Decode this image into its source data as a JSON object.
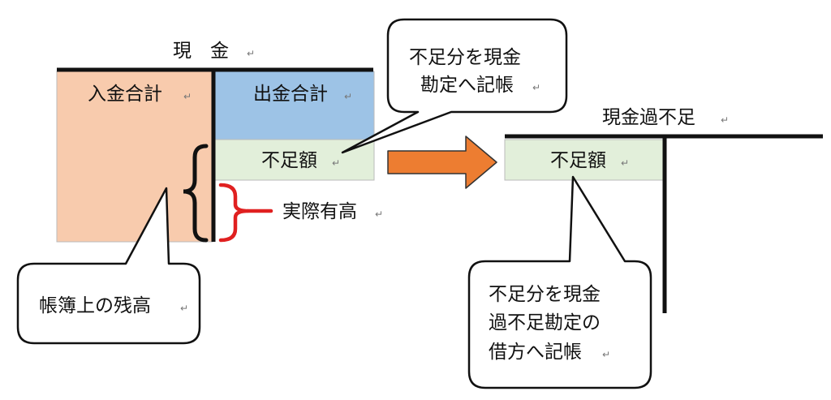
{
  "cash_account": {
    "title": "現　金",
    "debit_total": "入金合計",
    "credit_total": "出金合計",
    "shortage_amount": "不足額",
    "actual_balance": "実際有高"
  },
  "callouts": {
    "book_balance": "帳簿上の残高",
    "credit_to_cash": {
      "line1": "不足分を現金",
      "line2": "勘定へ記帳"
    },
    "debit_to_over_short": {
      "line1": "不足分を現金",
      "line2": "過不足勘定の",
      "line3": "借方へ記帳"
    }
  },
  "over_short_account": {
    "title": "現金過不足",
    "shortage_amount": "不足額"
  },
  "colors": {
    "debit_fill": "#F8CBAD",
    "credit_fill": "#9DC3E6",
    "shortage_fill": "#E2EFDA",
    "arrow_fill": "#ED7D31",
    "actual_brace": "#E02020"
  }
}
